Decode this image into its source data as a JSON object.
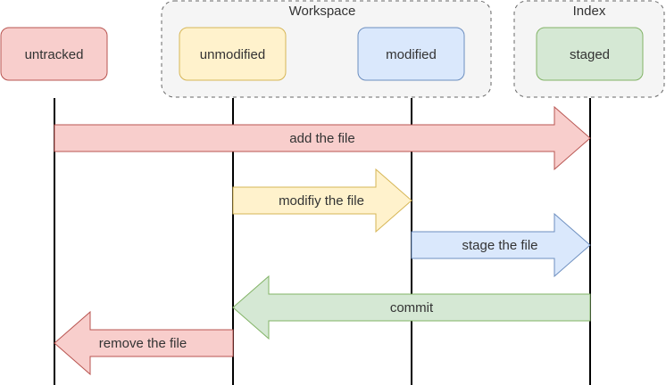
{
  "groups": {
    "workspace": {
      "label": "Workspace",
      "fill": "#f5f5f5",
      "stroke": "#666666"
    },
    "index": {
      "label": "Index",
      "fill": "#f5f5f5",
      "stroke": "#666666"
    }
  },
  "states": {
    "untracked": {
      "label": "untracked",
      "fill": "#f8cecc",
      "stroke": "#b85450"
    },
    "unmodified": {
      "label": "unmodified",
      "fill": "#fff2cc",
      "stroke": "#d6b656"
    },
    "modified": {
      "label": "modified",
      "fill": "#dae8fc",
      "stroke": "#6c8ebf"
    },
    "staged": {
      "label": "staged",
      "fill": "#d5e8d4",
      "stroke": "#82b366"
    }
  },
  "transitions": [
    {
      "label": "add the file",
      "from": "untracked",
      "to": "staged",
      "fill": "#f8cecc",
      "stroke": "#b85450"
    },
    {
      "label": "modifiy the file",
      "from": "unmodified",
      "to": "modified",
      "fill": "#fff2cc",
      "stroke": "#d6b656"
    },
    {
      "label": "stage the file",
      "from": "modified",
      "to": "staged",
      "fill": "#dae8fc",
      "stroke": "#6c8ebf"
    },
    {
      "label": "commit",
      "from": "staged",
      "to": "unmodified",
      "fill": "#d5e8d4",
      "stroke": "#82b366"
    },
    {
      "label": "remove the file",
      "from": "unmodified",
      "to": "untracked",
      "fill": "#f8cecc",
      "stroke": "#b85450"
    }
  ]
}
